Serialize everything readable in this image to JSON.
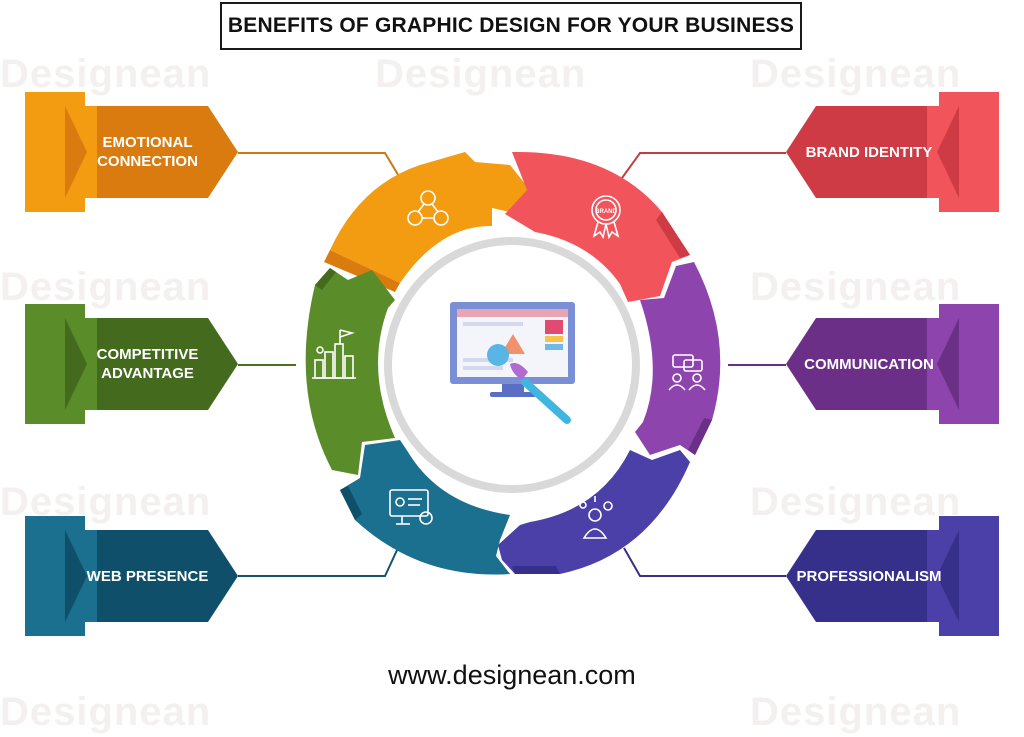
{
  "title": "BENEFITS OF GRAPHIC DESIGN FOR YOUR BUSINESS",
  "watermark_text": "Designean",
  "footer_url": "www.designean.com",
  "colors": {
    "orange": "#f39c12",
    "orange_dark": "#d97b0e",
    "red": "#f2545b",
    "red_dark": "#cf3b44",
    "purple": "#8e44ad",
    "purple_dark": "#6c2f88",
    "indigo": "#4b3fa8",
    "indigo_dark": "#36308a",
    "teal": "#1b6f8f",
    "teal_dark": "#0f4f69",
    "green": "#5b8c2a",
    "green_dark": "#436a1d"
  },
  "left_items": [
    {
      "label": "EMOTIONAL\nCONNECTION",
      "icon": "people-network-icon"
    },
    {
      "label": "COMPETITIVE\nADVANTAGE",
      "icon": "growth-chart-icon"
    },
    {
      "label": "WEB PRESENCE",
      "icon": "web-profile-icon"
    }
  ],
  "right_items": [
    {
      "label": "BRAND IDENTITY",
      "icon": "brand-badge-icon"
    },
    {
      "label": "COMMUNICATION",
      "icon": "chat-people-icon"
    },
    {
      "label": "PROFESSIONALISM",
      "icon": "professional-person-icon"
    }
  ],
  "center_icon": "monitor-paintbrush-icon",
  "brand_badge_text": "BRAND"
}
